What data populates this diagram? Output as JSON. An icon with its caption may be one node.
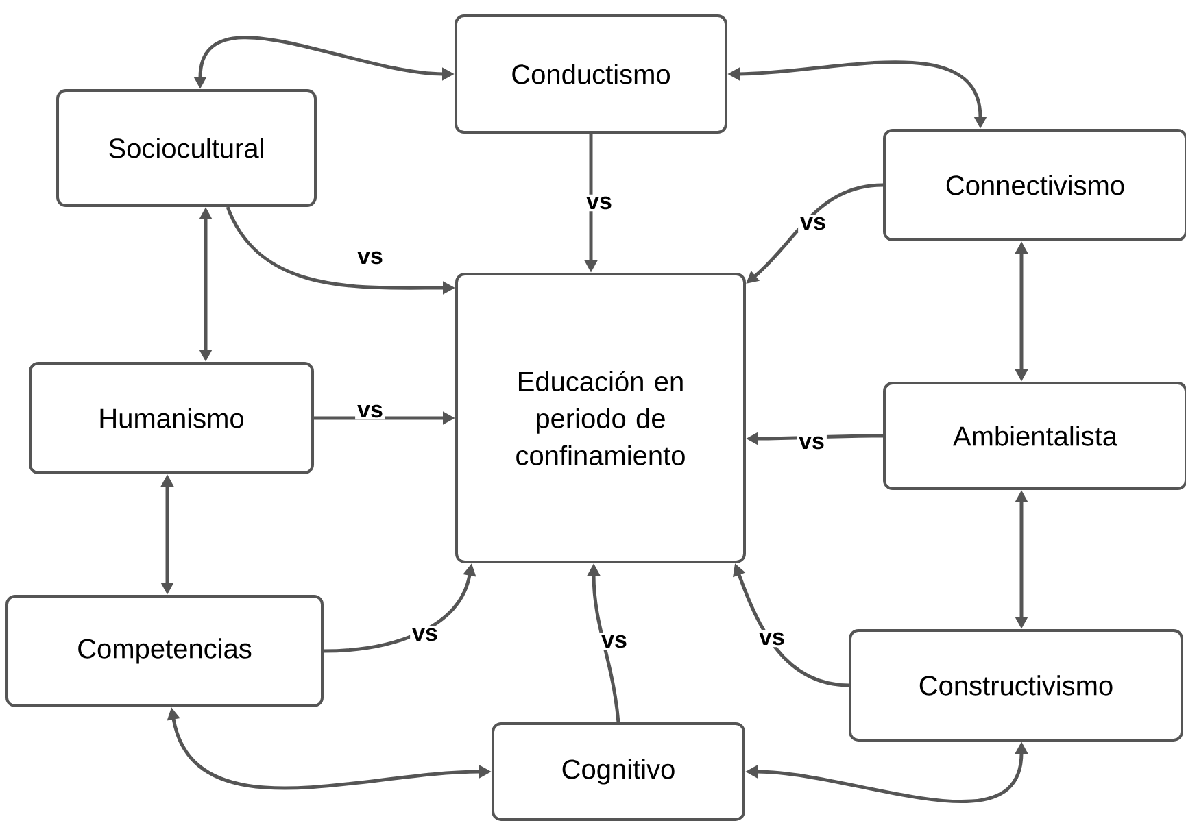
{
  "diagram": {
    "nodes": [
      {
        "text": [
          "Conductismo"
        ]
      },
      {
        "text": [
          "Sociocultural"
        ]
      },
      {
        "text": [
          "Connectivismo"
        ]
      },
      {
        "text": [
          "Educación en periodo de confinamiento"
        ]
      },
      {
        "text": [
          "Humanismo"
        ]
      },
      {
        "text": [
          "Ambientalista"
        ]
      },
      {
        "text": [
          "Competencias"
        ]
      },
      {
        "text": [
          "Constructivismo"
        ]
      },
      {
        "text": [
          "Cognitivo"
        ]
      }
    ],
    "edges": [
      {
        "from": 1,
        "to": 0,
        "arrow": "both"
      },
      {
        "from": 0,
        "to": 2,
        "arrow": "both"
      },
      {
        "from": 0,
        "to": 3,
        "arrow": "to",
        "label": "vs"
      },
      {
        "from": 1,
        "to": 3,
        "arrow": "to",
        "label": "vs"
      },
      {
        "from": 2,
        "to": 3,
        "arrow": "to",
        "label": "vs"
      },
      {
        "from": 1,
        "to": 4,
        "arrow": "both"
      },
      {
        "from": 4,
        "to": 3,
        "arrow": "to",
        "label": "vs"
      },
      {
        "from": 5,
        "to": 3,
        "arrow": "to",
        "label": "vs"
      },
      {
        "from": 2,
        "to": 5,
        "arrow": "both"
      },
      {
        "from": 4,
        "to": 6,
        "arrow": "both"
      },
      {
        "from": 5,
        "to": 7,
        "arrow": "both"
      },
      {
        "from": 6,
        "to": 3,
        "arrow": "to",
        "label": "vs"
      },
      {
        "from": 8,
        "to": 3,
        "arrow": "to",
        "label": "vs"
      },
      {
        "from": 7,
        "to": 3,
        "arrow": "to",
        "label": "vs"
      },
      {
        "from": 6,
        "to": 8,
        "arrow": "both"
      },
      {
        "from": 8,
        "to": 7,
        "arrow": "both"
      }
    ]
  }
}
